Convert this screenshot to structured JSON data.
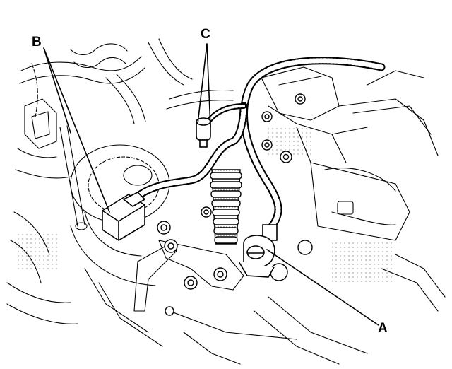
{
  "labels": {
    "a": "A",
    "b": "B",
    "c": "C"
  },
  "colors": {
    "ink": "#000000",
    "paper": "#ffffff",
    "shade": "#bdbdbd"
  }
}
